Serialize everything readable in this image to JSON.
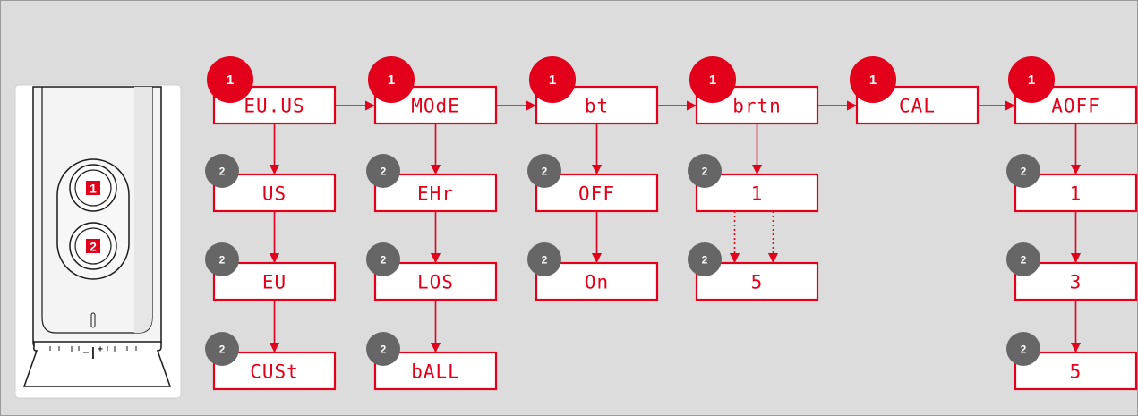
{
  "colors": {
    "accent": "#e2001a",
    "badge_secondary": "#666666",
    "panel": "#dcdcdc"
  },
  "device": {
    "button_labels": [
      "1",
      "2"
    ],
    "dial_labels": [
      "–",
      "|",
      "+"
    ]
  },
  "columns": [
    {
      "main": "EU.US",
      "badge": "1",
      "options": [
        {
          "badge": "2",
          "label": "US"
        },
        {
          "badge": "2",
          "label": "EU"
        },
        {
          "badge": "2",
          "label": "CUSt"
        }
      ]
    },
    {
      "main": "MOdE",
      "badge": "1",
      "options": [
        {
          "badge": "2",
          "label": "EHr"
        },
        {
          "badge": "2",
          "label": "LOS"
        },
        {
          "badge": "2",
          "label": "bALL"
        }
      ]
    },
    {
      "main": "bt",
      "badge": "1",
      "options": [
        {
          "badge": "2",
          "label": "OFF"
        },
        {
          "badge": "2",
          "label": "On"
        }
      ]
    },
    {
      "main": "brtn",
      "badge": "1",
      "options": [
        {
          "badge": "2",
          "label": "1"
        },
        {
          "badge": "2",
          "label": "5"
        }
      ]
    },
    {
      "main": "CAL",
      "badge": "1",
      "options": []
    },
    {
      "main": "AOFF",
      "badge": "1",
      "options": [
        {
          "badge": "2",
          "label": "1"
        },
        {
          "badge": "2",
          "label": "3"
        },
        {
          "badge": "2",
          "label": "5"
        }
      ]
    }
  ]
}
